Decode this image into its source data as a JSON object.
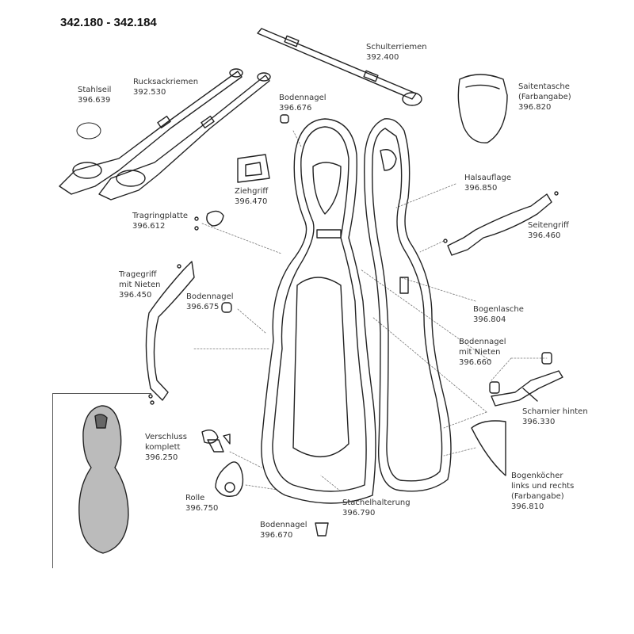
{
  "title": "342.180 - 342.184",
  "parts": [
    {
      "id": "stahlseil",
      "name": "Stahlseil",
      "number": "396.639"
    },
    {
      "id": "rucksackriemen",
      "name": "Rucksackriemen",
      "number": "392.530"
    },
    {
      "id": "schulterriemen",
      "name": "Schulterriemen",
      "number": "392.400"
    },
    {
      "id": "bodennagel-676",
      "name": "Bodennagel",
      "number": "396.676"
    },
    {
      "id": "saitentasche",
      "name": "Saitentasche",
      "note": "(Farbangabe)",
      "number": "396.820"
    },
    {
      "id": "ziehgriff",
      "name": "Ziehgriff",
      "number": "396.470"
    },
    {
      "id": "halsauflage",
      "name": "Halsauflage",
      "number": "396.850"
    },
    {
      "id": "tragringplatte",
      "name": "Tragringplatte",
      "number": "396.612"
    },
    {
      "id": "seitengriff",
      "name": "Seitengriff",
      "number": "396.460"
    },
    {
      "id": "tragegriff",
      "name": "Tragegriff",
      "note": "mit Nieten",
      "number": "396.450"
    },
    {
      "id": "bodennagel-675",
      "name": "Bodennagel",
      "number": "396.675"
    },
    {
      "id": "bogenlasche",
      "name": "Bogenlasche",
      "number": "396.804"
    },
    {
      "id": "bodennagel-660",
      "name": "Bodennagel",
      "note": "mit Nieten",
      "number": "396.660"
    },
    {
      "id": "scharnier",
      "name": "Scharnier hinten",
      "number": "396.330"
    },
    {
      "id": "verschluss",
      "name": "Verschluss",
      "note": "komplett",
      "number": "396.250"
    },
    {
      "id": "bogenkoecher",
      "name": "Bogenköcher",
      "note": "links und rechts",
      "note2": "(Farbangabe)",
      "number": "396.810"
    },
    {
      "id": "rolle",
      "name": "Rolle",
      "number": "396.750"
    },
    {
      "id": "stachelhalterung",
      "name": "Stachelhalterung",
      "number": "396.790"
    },
    {
      "id": "bodennagel-670",
      "name": "Bodennagel",
      "number": "396.670"
    }
  ]
}
